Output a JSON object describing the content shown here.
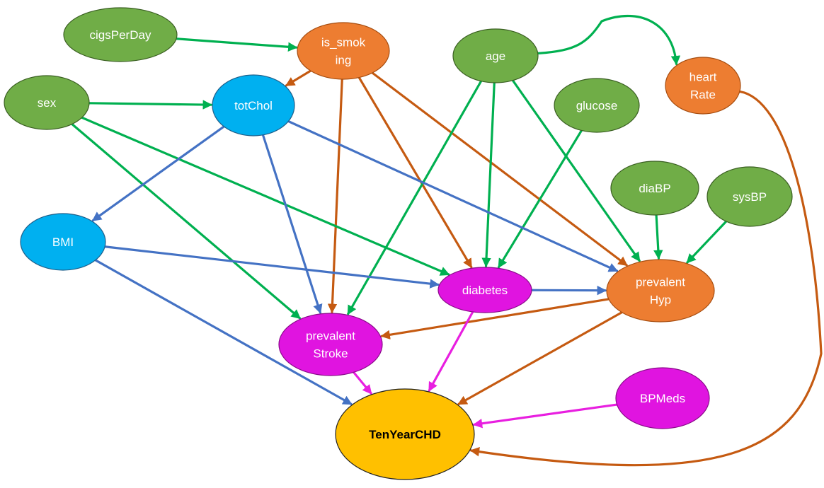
{
  "colors": {
    "green_fill": "#70ad47",
    "green_stroke": "#3a5f22",
    "orange_fill": "#ed7d31",
    "orange_stroke": "#a64d10",
    "blue_fill": "#00b0f0",
    "blue_stroke": "#1f5f8a",
    "magenta_fill": "#e014e0",
    "magenta_stroke": "#8a0c8a",
    "gold_fill": "#ffc000",
    "gold_stroke": "#222222",
    "text_light": "#ffffff",
    "text_dark": "#000000",
    "edge_green": "#00b050",
    "edge_orange": "#c55a11",
    "edge_blue": "#4472c4",
    "edge_magenta": "#e81fe0"
  },
  "nodes": [
    {
      "id": "cigsPerDay",
      "lines": [
        "cigsPerDay"
      ],
      "color": "green"
    },
    {
      "id": "is_smoking",
      "lines": [
        "is_smok",
        "ing"
      ],
      "color": "orange"
    },
    {
      "id": "age",
      "lines": [
        "age"
      ],
      "color": "green"
    },
    {
      "id": "heartRate",
      "lines": [
        "heart",
        "Rate"
      ],
      "color": "orange"
    },
    {
      "id": "sex",
      "lines": [
        "sex"
      ],
      "color": "green"
    },
    {
      "id": "totChol",
      "lines": [
        "totChol"
      ],
      "color": "blue"
    },
    {
      "id": "glucose",
      "lines": [
        "glucose"
      ],
      "color": "green"
    },
    {
      "id": "diaBP",
      "lines": [
        "diaBP"
      ],
      "color": "green"
    },
    {
      "id": "sysBP",
      "lines": [
        "sysBP"
      ],
      "color": "green"
    },
    {
      "id": "BMI",
      "lines": [
        "BMI"
      ],
      "color": "blue"
    },
    {
      "id": "diabetes",
      "lines": [
        "diabetes"
      ],
      "color": "magenta"
    },
    {
      "id": "prevalentHyp",
      "lines": [
        "prevalent",
        "Hyp"
      ],
      "color": "orange"
    },
    {
      "id": "prevalentStroke",
      "lines": [
        "prevalent",
        "Stroke"
      ],
      "color": "magenta"
    },
    {
      "id": "BPMeds",
      "lines": [
        "BPMeds"
      ],
      "color": "magenta"
    },
    {
      "id": "TenYearCHD",
      "lines": [
        "TenYearCHD"
      ],
      "color": "gold",
      "bold": true,
      "dark_text": true
    }
  ],
  "edges": [
    {
      "from": "cigsPerDay",
      "to": "is_smoking",
      "color": "green"
    },
    {
      "from": "age",
      "to": "heartRate",
      "color": "green"
    },
    {
      "from": "is_smoking",
      "to": "totChol",
      "color": "orange"
    },
    {
      "from": "is_smoking",
      "to": "prevalentStroke",
      "color": "orange"
    },
    {
      "from": "is_smoking",
      "to": "diabetes",
      "color": "orange"
    },
    {
      "from": "is_smoking",
      "to": "prevalentHyp",
      "color": "orange"
    },
    {
      "from": "sex",
      "to": "totChol",
      "color": "green"
    },
    {
      "from": "sex",
      "to": "diabetes",
      "color": "green"
    },
    {
      "from": "sex",
      "to": "prevalentStroke",
      "color": "green"
    },
    {
      "from": "age",
      "to": "prevalentStroke",
      "color": "green"
    },
    {
      "from": "age",
      "to": "diabetes",
      "color": "green"
    },
    {
      "from": "age",
      "to": "prevalentHyp",
      "color": "green"
    },
    {
      "from": "glucose",
      "to": "diabetes",
      "color": "green"
    },
    {
      "from": "diaBP",
      "to": "prevalentHyp",
      "color": "green"
    },
    {
      "from": "sysBP",
      "to": "prevalentHyp",
      "color": "green"
    },
    {
      "from": "totChol",
      "to": "BMI",
      "color": "blue"
    },
    {
      "from": "totChol",
      "to": "prevalentStroke",
      "color": "blue"
    },
    {
      "from": "totChol",
      "to": "prevalentHyp",
      "color": "blue"
    },
    {
      "from": "BMI",
      "to": "diabetes",
      "color": "blue"
    },
    {
      "from": "BMI",
      "to": "TenYearCHD",
      "color": "blue"
    },
    {
      "from": "diabetes",
      "to": "prevalentHyp",
      "color": "blue"
    },
    {
      "from": "prevalentHyp",
      "to": "prevalentStroke",
      "color": "orange"
    },
    {
      "from": "prevalentHyp",
      "to": "TenYearCHD",
      "color": "orange"
    },
    {
      "from": "heartRate",
      "to": "TenYearCHD",
      "color": "orange"
    },
    {
      "from": "prevalentStroke",
      "to": "TenYearCHD",
      "color": "magenta"
    },
    {
      "from": "diabetes",
      "to": "TenYearCHD",
      "color": "magenta"
    },
    {
      "from": "BPMeds",
      "to": "TenYearCHD",
      "color": "magenta"
    }
  ]
}
